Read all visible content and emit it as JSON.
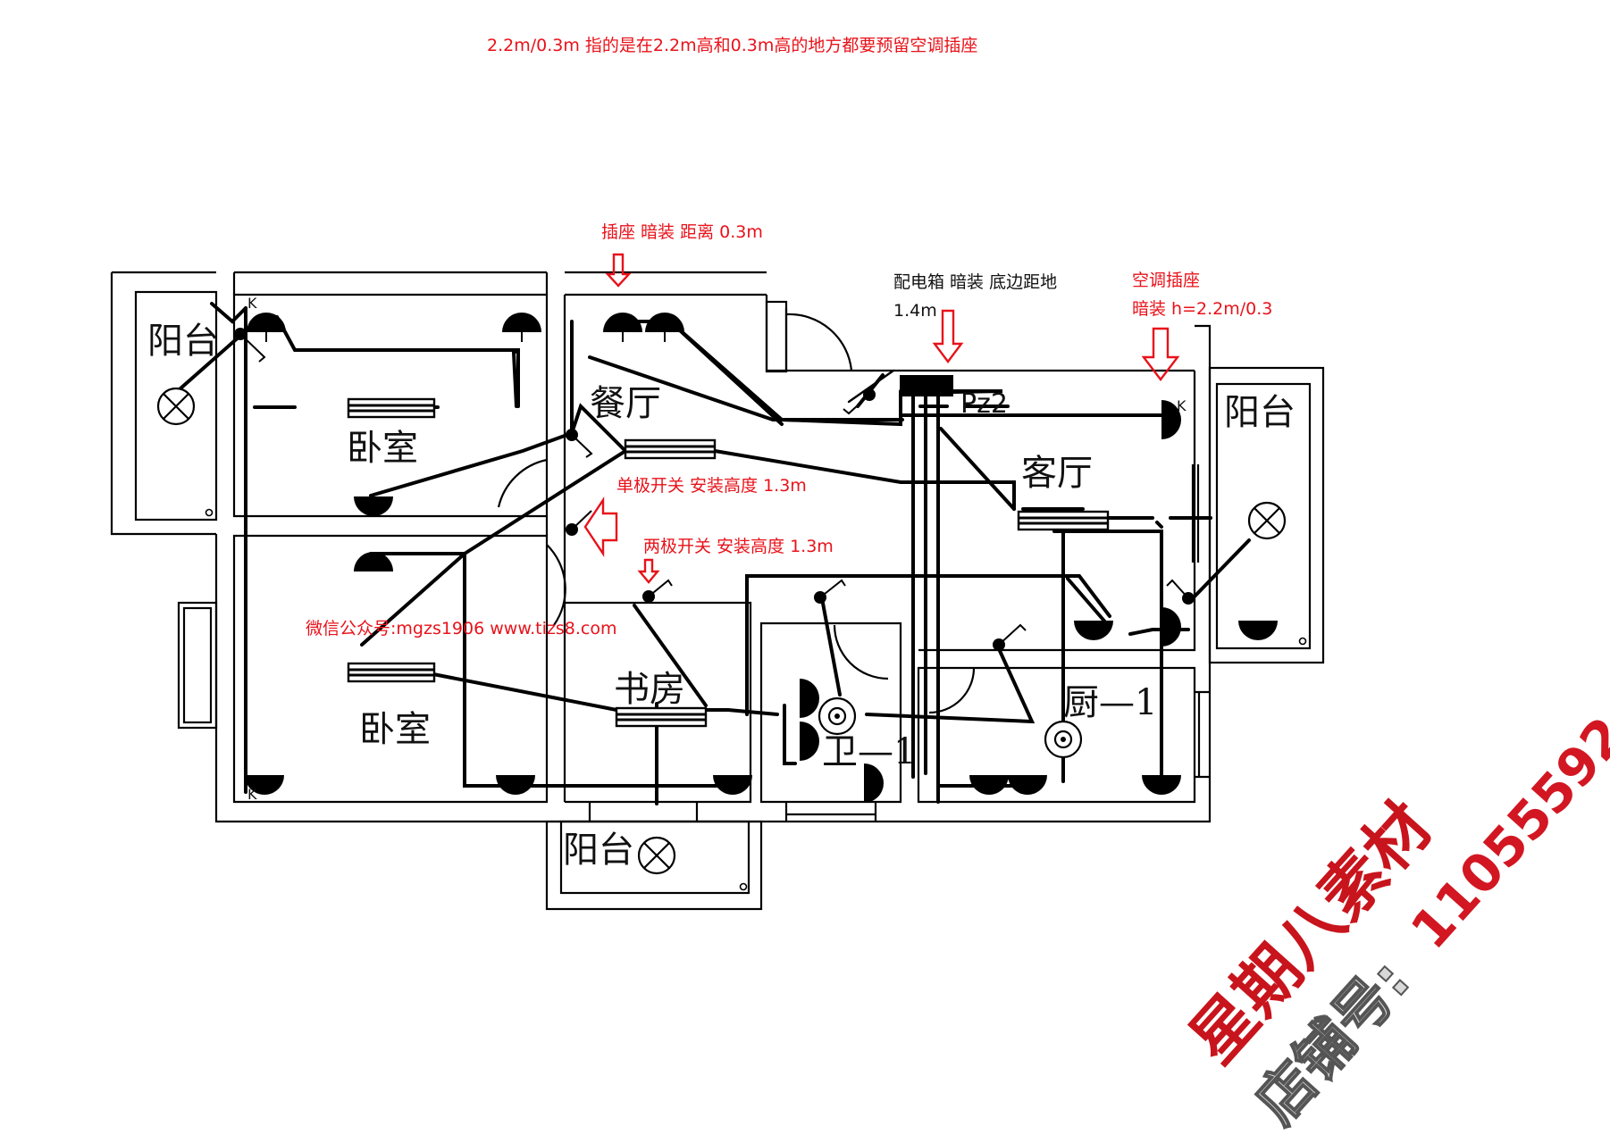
{
  "annotations": {
    "top_note": "2.2m/0.3m 指的是在2.2m高和0.3m高的地方都要预留空调插座",
    "socket_note": "插座 暗装 距离 0.3m",
    "panel_note_line1": "配电箱 暗装 底边距地",
    "panel_note_line2": "1.4m",
    "ac_socket_line1": "空调插座",
    "ac_socket_line2": "暗装 h=2.2m/0.3",
    "single_switch_note": "单极开关 安装高度 1.3m",
    "double_switch_note": "两极开关 安装高度 1.3m",
    "wechat_note": "微信公众号:mgzs1906    www.tizs8.com"
  },
  "rooms": {
    "balcony_left": "阳台",
    "bedroom_top": "卧室",
    "dining": "餐厅",
    "living": "客厅",
    "balcony_right": "阳台",
    "bedroom_bottom": "卧室",
    "study": "书房",
    "bathroom": "卫—1",
    "kitchen": "厨—1",
    "balcony_bottom": "阳台"
  },
  "labels": {
    "panel": "Pz2",
    "k_tag": "K"
  },
  "watermark": {
    "shop_name": "星期八素材",
    "shop_no_label": "店铺号:",
    "shop_no": "11055592"
  },
  "colors": {
    "annotation_red": "#e8121a",
    "line_black": "#000000"
  }
}
